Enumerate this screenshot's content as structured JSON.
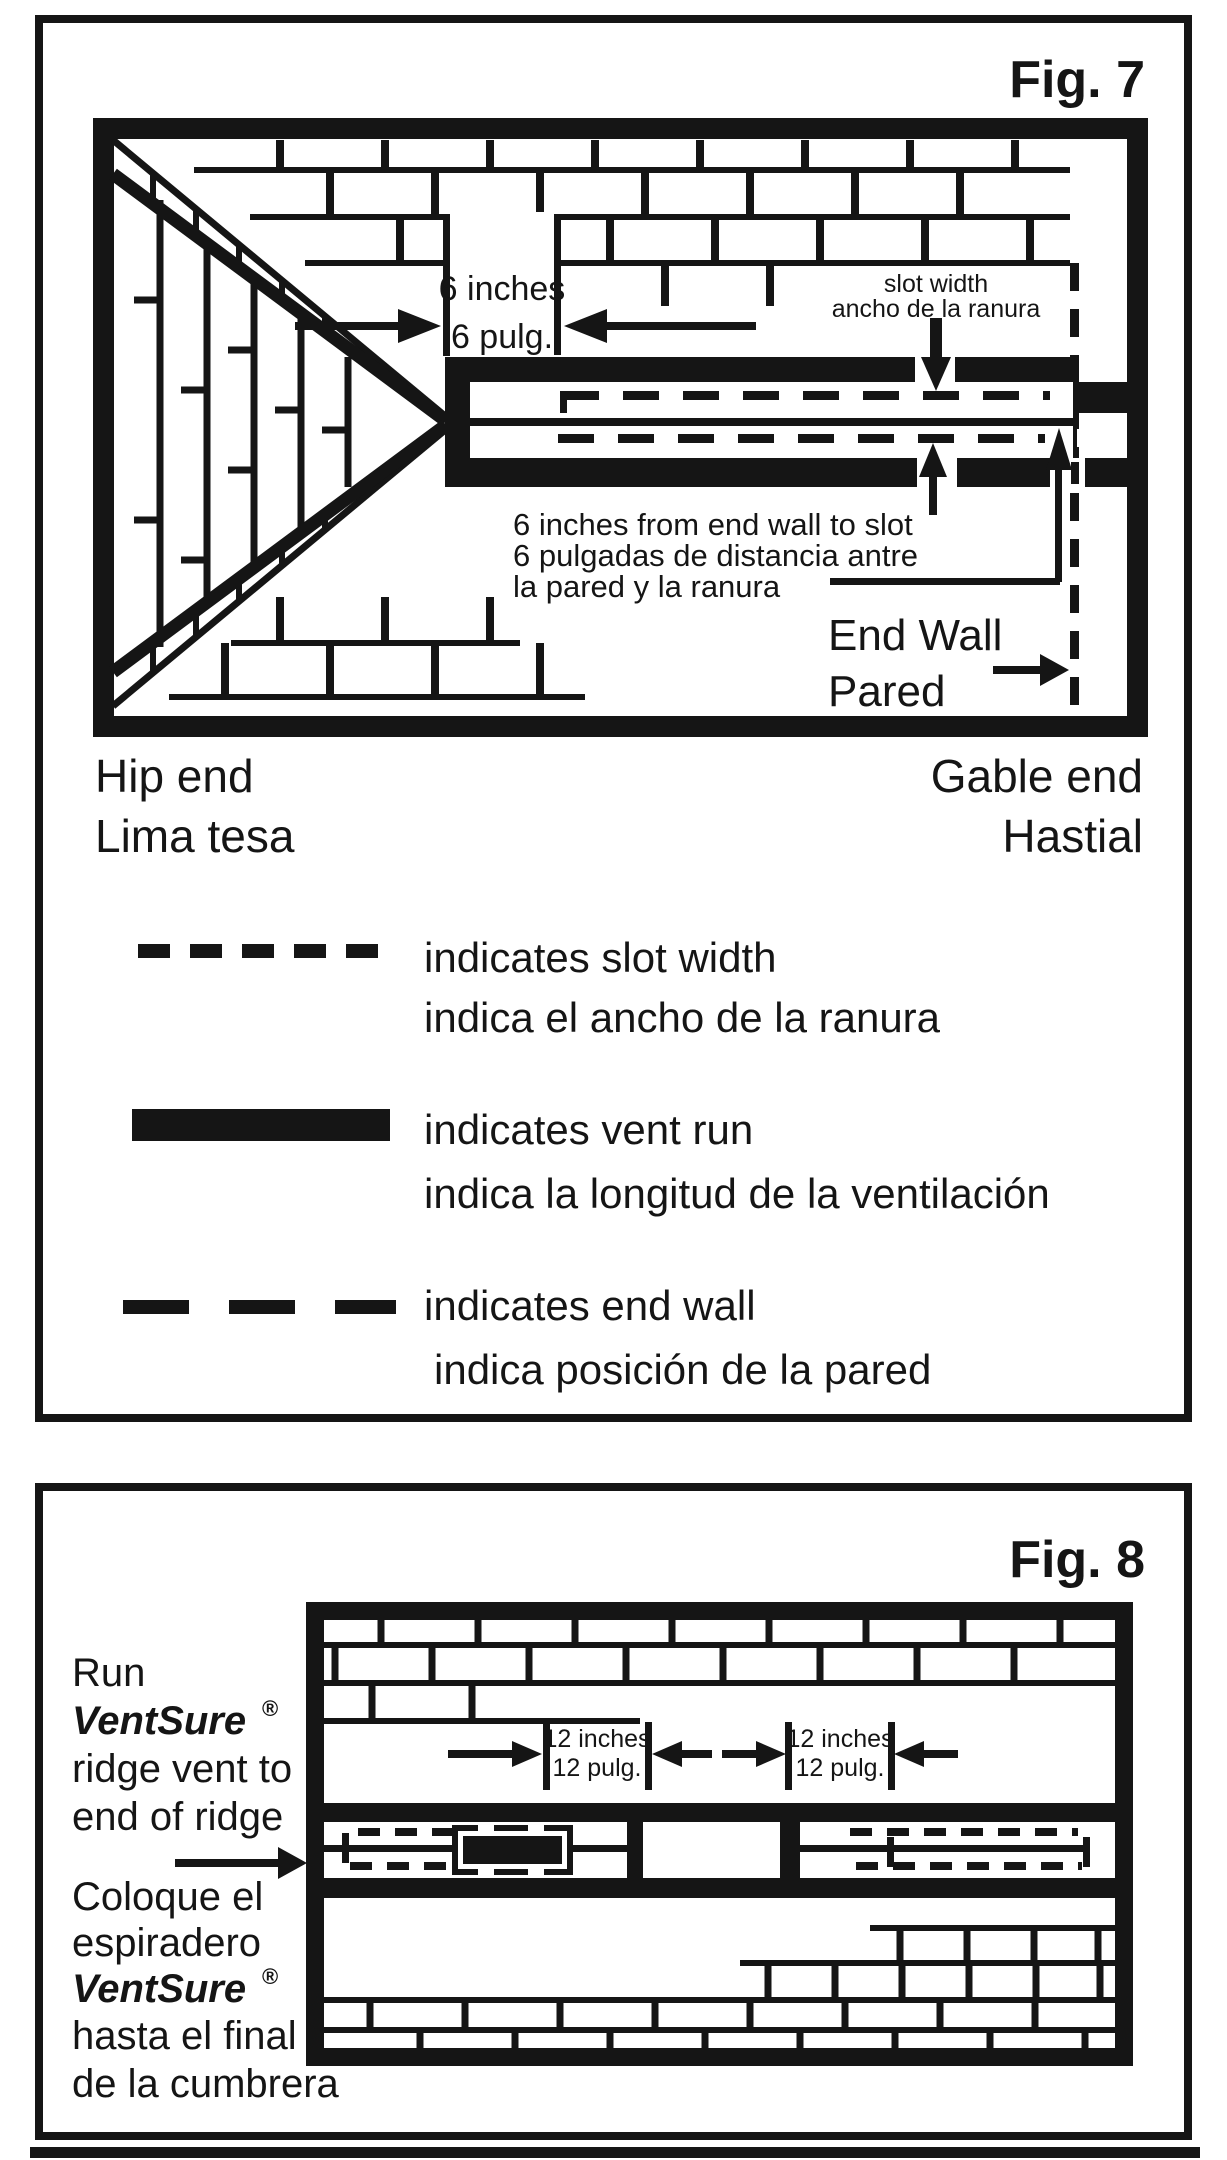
{
  "figure7": {
    "title": "Fig. 7",
    "dim_6in_en": "6 inches",
    "dim_6in_es": "6 pulg.",
    "slot_width_en": "slot width",
    "slot_width_es": "ancho de la ranura",
    "offset_note_l1": "6 inches from end wall to slot",
    "offset_note_l2": "6 pulgadas de distancia antre",
    "offset_note_l3": "la pared y la ranura",
    "end_wall_en": "End Wall",
    "end_wall_es": "Pared",
    "hip_end_en": "Hip end",
    "hip_end_es": "Lima tesa",
    "gable_end_en": "Gable end",
    "gable_end_es": "Hastial",
    "legend": [
      {
        "en": "indicates slot width",
        "es": "indica el ancho de la ranura"
      },
      {
        "en": "indicates vent run",
        "es": "indica la longitud de la ventilación"
      },
      {
        "en": "indicates end wall",
        "es": "indica posición de la pared"
      }
    ]
  },
  "figure8": {
    "title": "Fig. 8",
    "caption_en": [
      "Run",
      "VentSure",
      "ridge vent to",
      "end of ridge"
    ],
    "caption_es": [
      "Coloque el",
      "espiradero",
      "VentSure",
      "hasta el final",
      "de la cumbrera"
    ],
    "registered": "®",
    "dim_12in_en": "12 inches",
    "dim_12in_es": "12 pulg."
  }
}
